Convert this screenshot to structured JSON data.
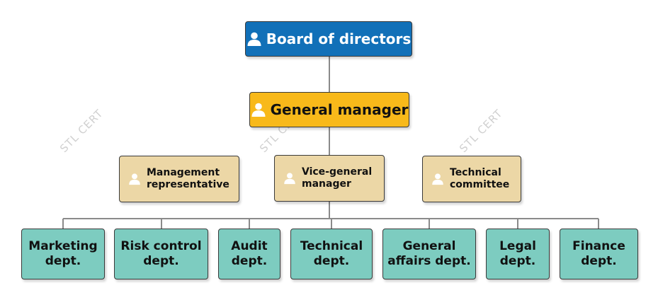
{
  "diagram": {
    "root": {
      "label": "Board of directors",
      "icon": "person-icon"
    },
    "manager": {
      "label": "General manager",
      "icon": "person-icon"
    },
    "middle": [
      {
        "key": "management-representative",
        "label": "Management representative",
        "icon": "person-icon"
      },
      {
        "key": "vice-general-manager",
        "label": "Vice-general manager",
        "icon": "person-icon"
      },
      {
        "key": "technical-committee",
        "label": "Technical committee",
        "icon": "person-icon"
      }
    ],
    "departments": [
      {
        "key": "marketing",
        "label": "Marketing dept."
      },
      {
        "key": "risk-control",
        "label": "Risk control dept."
      },
      {
        "key": "audit",
        "label": "Audit dept."
      },
      {
        "key": "technical",
        "label": "Technical dept."
      },
      {
        "key": "general-affairs",
        "label": "General affairs dept."
      },
      {
        "key": "legal",
        "label": "Legal dept."
      },
      {
        "key": "finance",
        "label": "Finance dept."
      }
    ],
    "watermark": "STL CERT"
  },
  "colors": {
    "root": "#1170b8",
    "manager": "#f8b91a",
    "middle": "#ecd7a6",
    "department": "#7dccc0",
    "connector": "#8a8a8a"
  }
}
